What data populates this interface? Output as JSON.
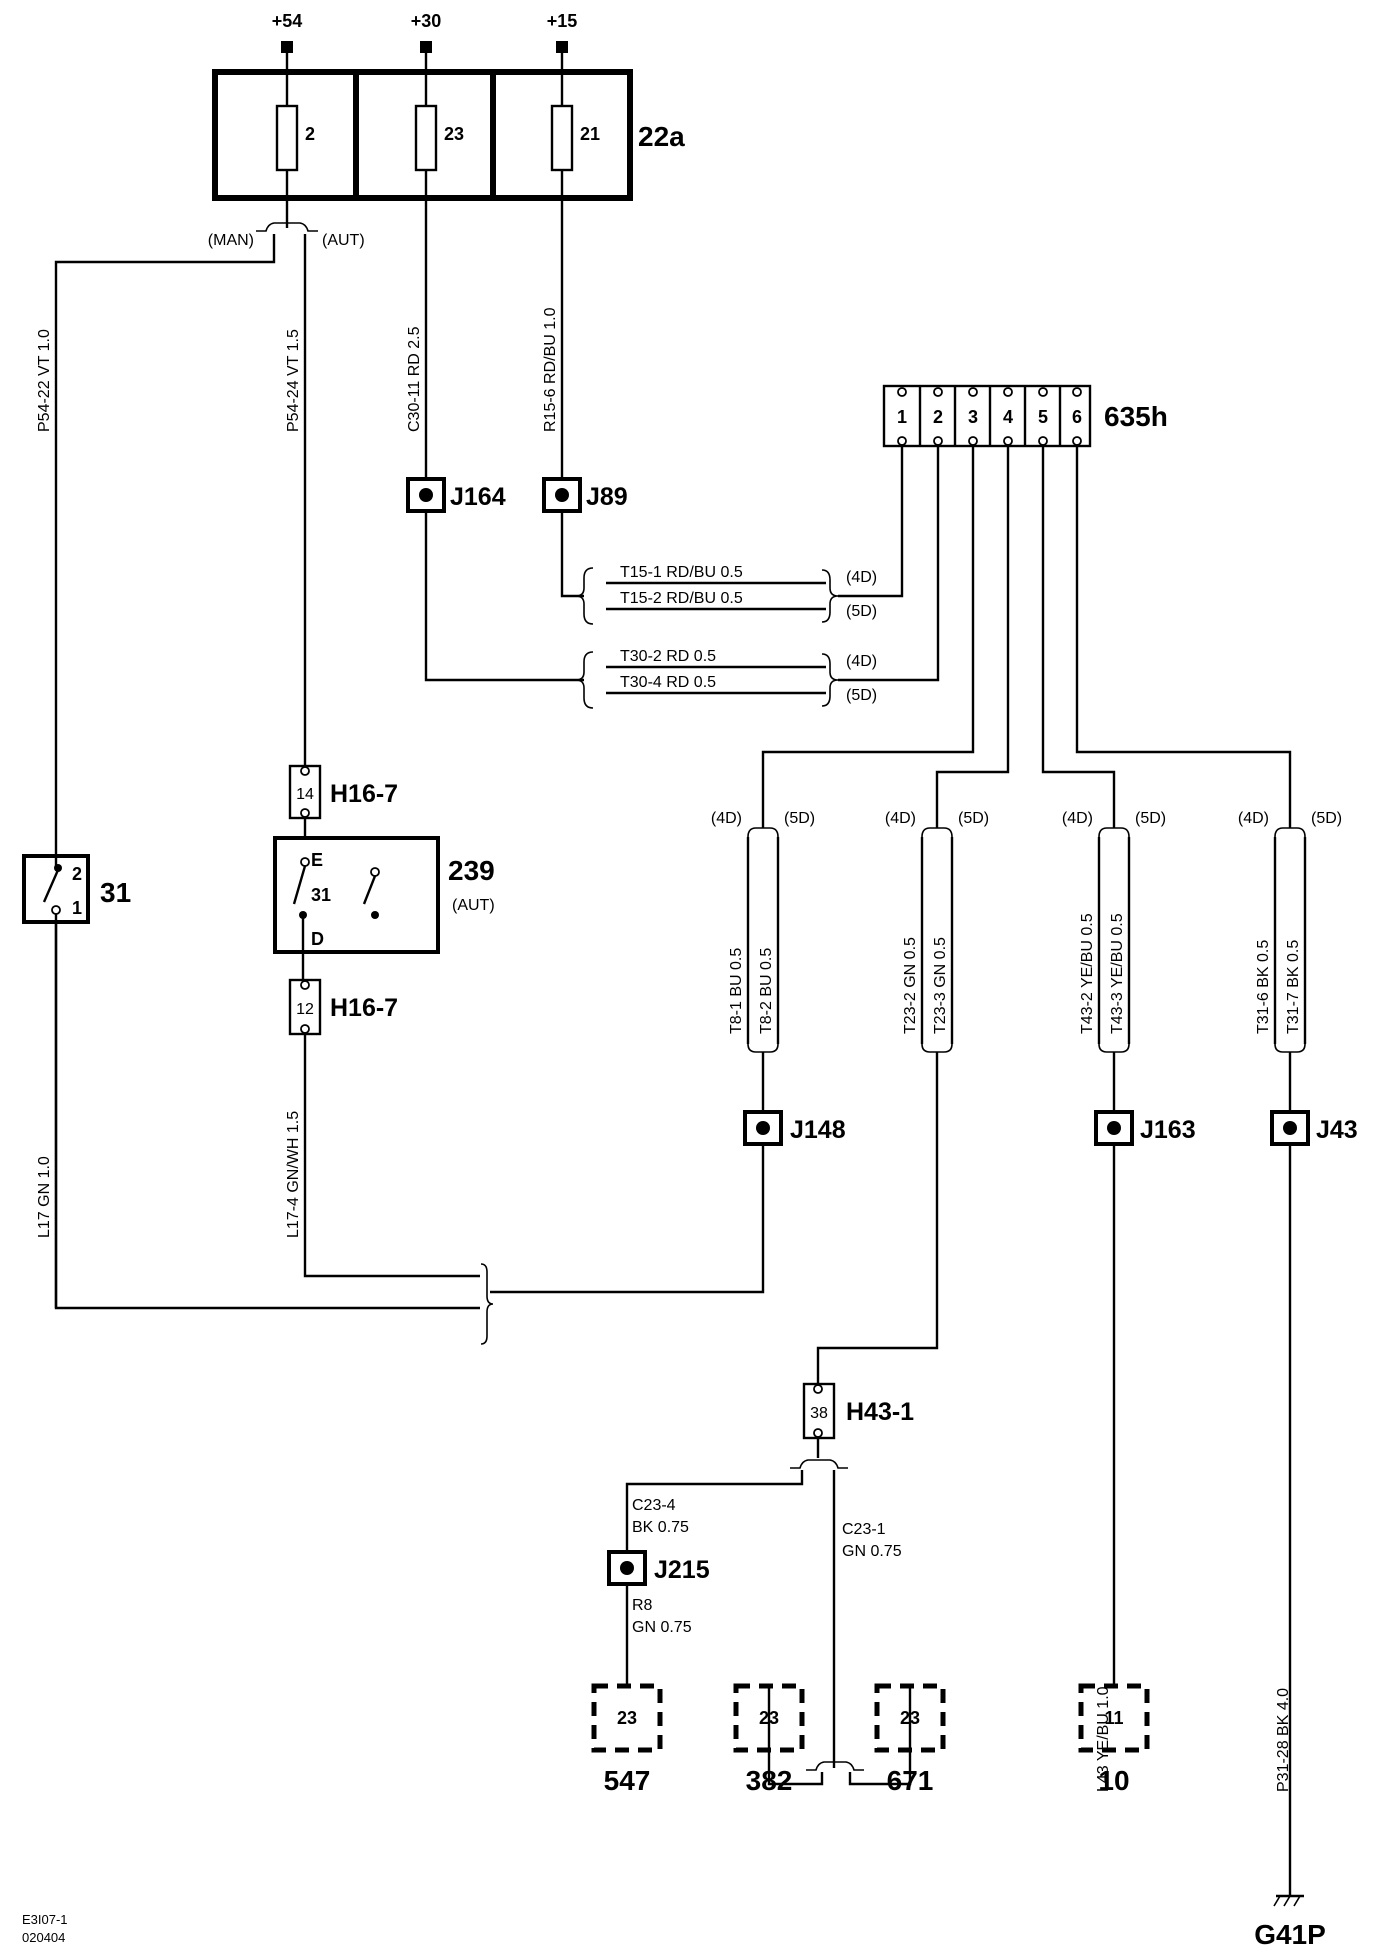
{
  "diagram": {
    "supply_terminals": [
      "+54",
      "+30",
      "+15"
    ],
    "fuse_box": {
      "id": "22a",
      "fuses": [
        "2",
        "23",
        "21"
      ]
    },
    "variant_labels": {
      "man": "(MAN)",
      "aut": "(AUT)"
    },
    "vertical_wires": [
      "P54-22  VT  1.0",
      "P54-24  VT  1.5",
      "C30-11  RD  2.5",
      "R15-6  RD/BU  1.0",
      "L17  GN  1.0",
      "L17-4  GN/WH  1.5",
      "L43  YE/BU  1.0",
      "P31-28  BK  4.0"
    ],
    "connector_635h": {
      "id": "635h",
      "pins": [
        "1",
        "2",
        "3",
        "4",
        "5",
        "6"
      ]
    },
    "splices": [
      "J164",
      "J89",
      "J148",
      "J163",
      "J43",
      "J215"
    ],
    "harness_pairs": [
      {
        "top": "T15-1  RD/BU  0.5",
        "bottom": "T15-2  RD/BU  0.5",
        "v1": "(4D)",
        "v2": "(5D)"
      },
      {
        "top": "T30-2  RD  0.5",
        "bottom": "T30-4  RD  0.5",
        "v1": "(4D)",
        "v2": "(5D)"
      }
    ],
    "branches": [
      {
        "v1": "(4D)",
        "v2": "(5D)",
        "w1": "T8-1  BU  0.5",
        "w2": "T8-2  BU  0.5"
      },
      {
        "v1": "(4D)",
        "v2": "(5D)",
        "w1": "T23-2  GN  0.5",
        "w2": "T23-3  GN  0.5"
      },
      {
        "v1": "(4D)",
        "v2": "(5D)",
        "w1": "T43-2  YE/BU  0.5",
        "w2": "T43-3  YE/BU  0.5"
      },
      {
        "v1": "(4D)",
        "v2": "(5D)",
        "w1": "T31-6  BK  0.5",
        "w2": "T31-7  BK  0.5"
      }
    ],
    "switch_31": {
      "id": "31",
      "pin_a": "2",
      "pin_b": "1"
    },
    "relay_239": {
      "id": "239",
      "variant": "(AUT)",
      "pin_e": "E",
      "pin_31": "31",
      "pin_d": "D"
    },
    "connectors": [
      {
        "id": "H16-7",
        "pin": "14"
      },
      {
        "id": "H16-7",
        "pin": "12"
      },
      {
        "id": "H43-1",
        "pin": "38"
      }
    ],
    "bottom_wires": {
      "c23_4": [
        "C23-4",
        "BK   0.75"
      ],
      "c23_1": [
        "C23-1",
        "GN   0.75"
      ],
      "r8": [
        "R8",
        "GN   0.75"
      ]
    },
    "destinations": [
      {
        "pin": "23",
        "id": "547"
      },
      {
        "pin": "23",
        "id": "382"
      },
      {
        "pin": "23",
        "id": "671"
      },
      {
        "pin": "11",
        "id": "10"
      }
    ],
    "ground": "G41P",
    "doc_code": [
      "E3I07-1",
      "020404"
    ]
  }
}
